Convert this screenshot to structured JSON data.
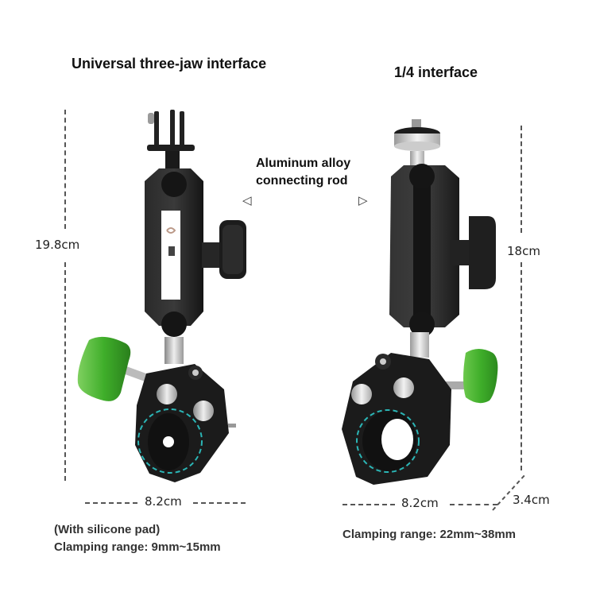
{
  "left_product": {
    "title": "Universal three-jaw interface",
    "height_label": "19.8cm",
    "width_label": "8.2cm",
    "note_line1": "(With silicone pad)",
    "note_line2": "Clamping range: 9mm~15mm"
  },
  "right_product": {
    "title": "1/4 interface",
    "height_label": "18cm",
    "width_label": "8.2cm",
    "depth_label": "3.4cm",
    "note_line1": "Clamping range: 22mm~38mm"
  },
  "center_callout": {
    "line1": "Aluminum alloy",
    "line2": "connecting rod",
    "left_arrow": "◁",
    "right_arrow": "▷"
  },
  "colors": {
    "background": "#ffffff",
    "knob_green": "#3fae2a",
    "body_black": "#1e1e1e",
    "dash_circle": "#2bb5b5",
    "dimension_line": "#555555"
  }
}
